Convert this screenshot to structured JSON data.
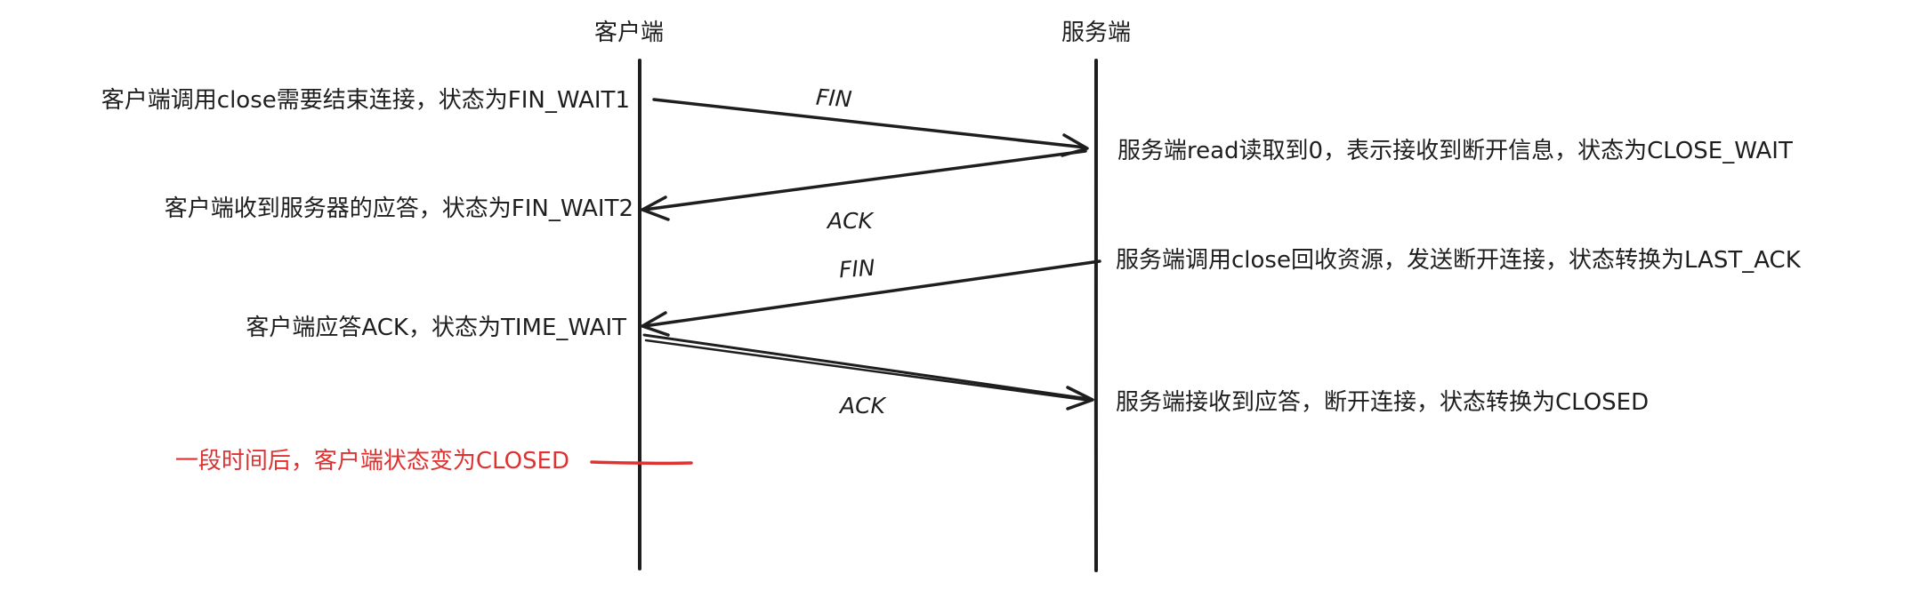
{
  "participants": {
    "client": "客户端",
    "server": "服务端"
  },
  "messages": {
    "fin1": "FIN",
    "ack1": "ACK",
    "fin2": "FIN",
    "ack2": "ACK"
  },
  "notes": {
    "client_close": "客户端调用close需要结束连接，状态为FIN_WAIT1",
    "client_recv_ack": "客户端收到服务器的应答，状态为FIN_WAIT2",
    "client_ack": "客户端应答ACK，状态为TIME_WAIT",
    "client_closed": "一段时间后，客户端状态变为CLOSED",
    "server_read0": "服务端read读取到0，表示接收到断开信息，状态为CLOSE_WAIT",
    "server_close": "服务端调用close回收资源，发送断开连接，状态转换为LAST_ACK",
    "server_closed": "服务端接收到应答，断开连接，状态转换为CLOSED"
  },
  "colors": {
    "ink": "#1e1e1e",
    "highlight": "#e03131"
  }
}
